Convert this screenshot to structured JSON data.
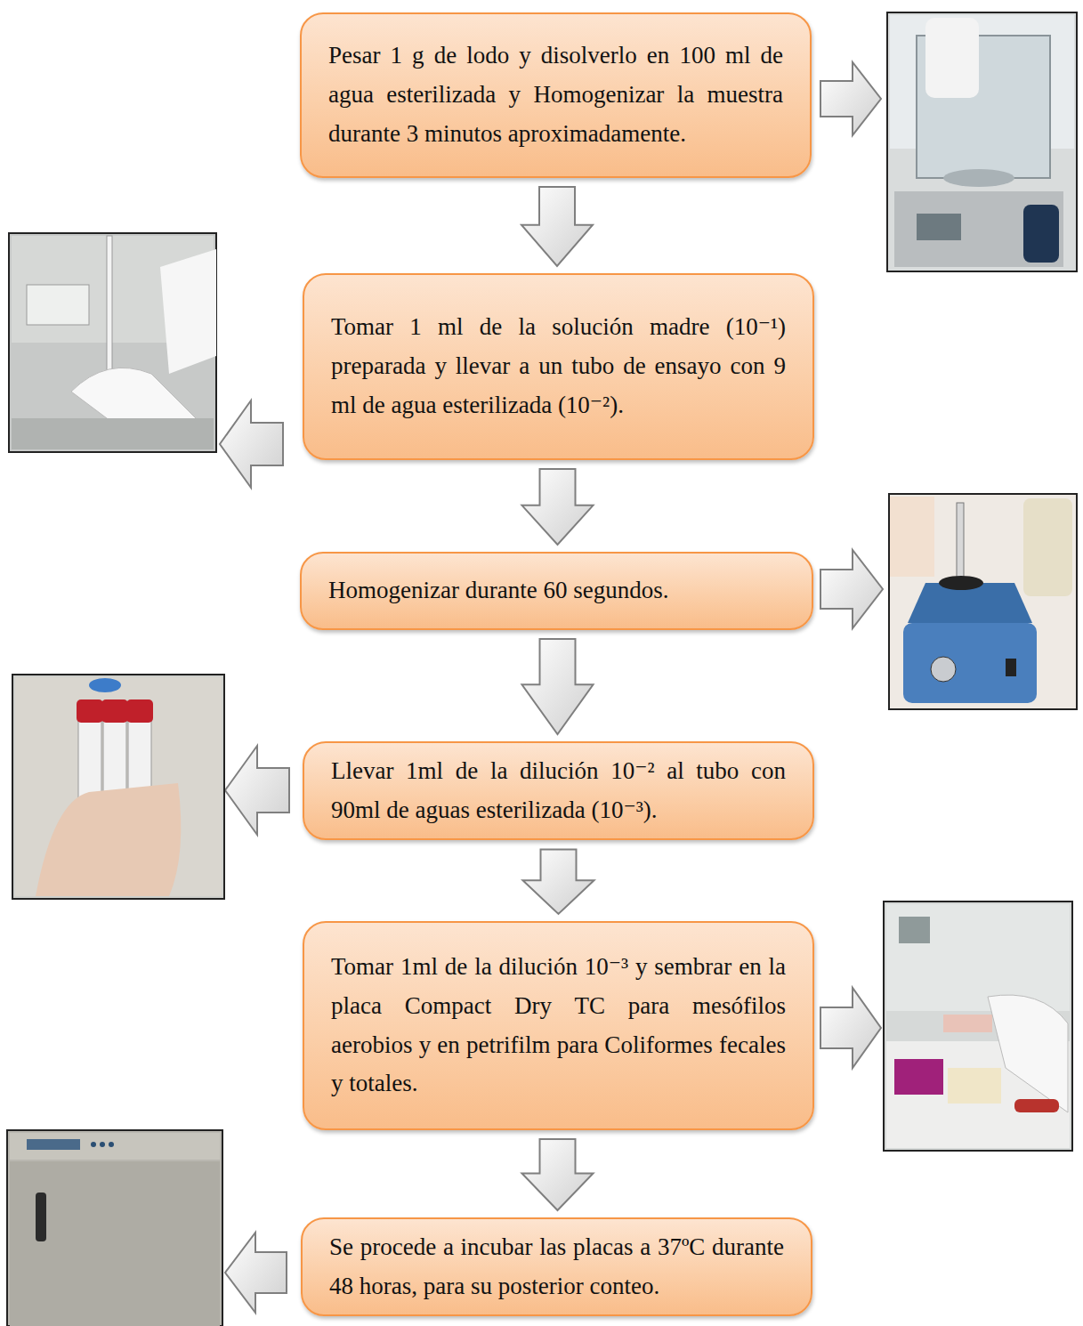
{
  "diagram": {
    "nodes": [
      {
        "text": [
          "Pesar 1 g de lodo y disolverlo en 100 ml de agua esterilizada y Homogenizar la muestra durante 3 minutos aproximadamente."
        ]
      },
      {
        "text": [
          "Tomar 1 ml de la solución madre (10⁻¹) preparada y llevar a un tubo de ensayo con 9 ml de agua esterilizada (10⁻²)."
        ]
      },
      {
        "text": [
          "Homogenizar durante 60 segundos."
        ]
      },
      {
        "text": [
          "Llevar 1ml de la dilución 10⁻² al tubo con 90ml de aguas esterilizada (10⁻³)."
        ]
      },
      {
        "text": [
          "Tomar 1ml de la dilución 10⁻³ y sembrar en la placa Compact Dry TC para mesófilos aerobios y en petrifilm para Coliformes fecales y totales."
        ]
      },
      {
        "text": [
          "Se procede a incubar las placas a 37ºC durante 48 horas, para su posterior conteo."
        ]
      }
    ],
    "edges": [
      {
        "from": 0,
        "to": 1,
        "arrow": "to"
      },
      {
        "from": 1,
        "to": 2,
        "arrow": "to"
      },
      {
        "from": 2,
        "to": 3,
        "arrow": "to"
      },
      {
        "from": 3,
        "to": 4,
        "arrow": "to"
      },
      {
        "from": 4,
        "to": 5,
        "arrow": "to"
      }
    ]
  }
}
